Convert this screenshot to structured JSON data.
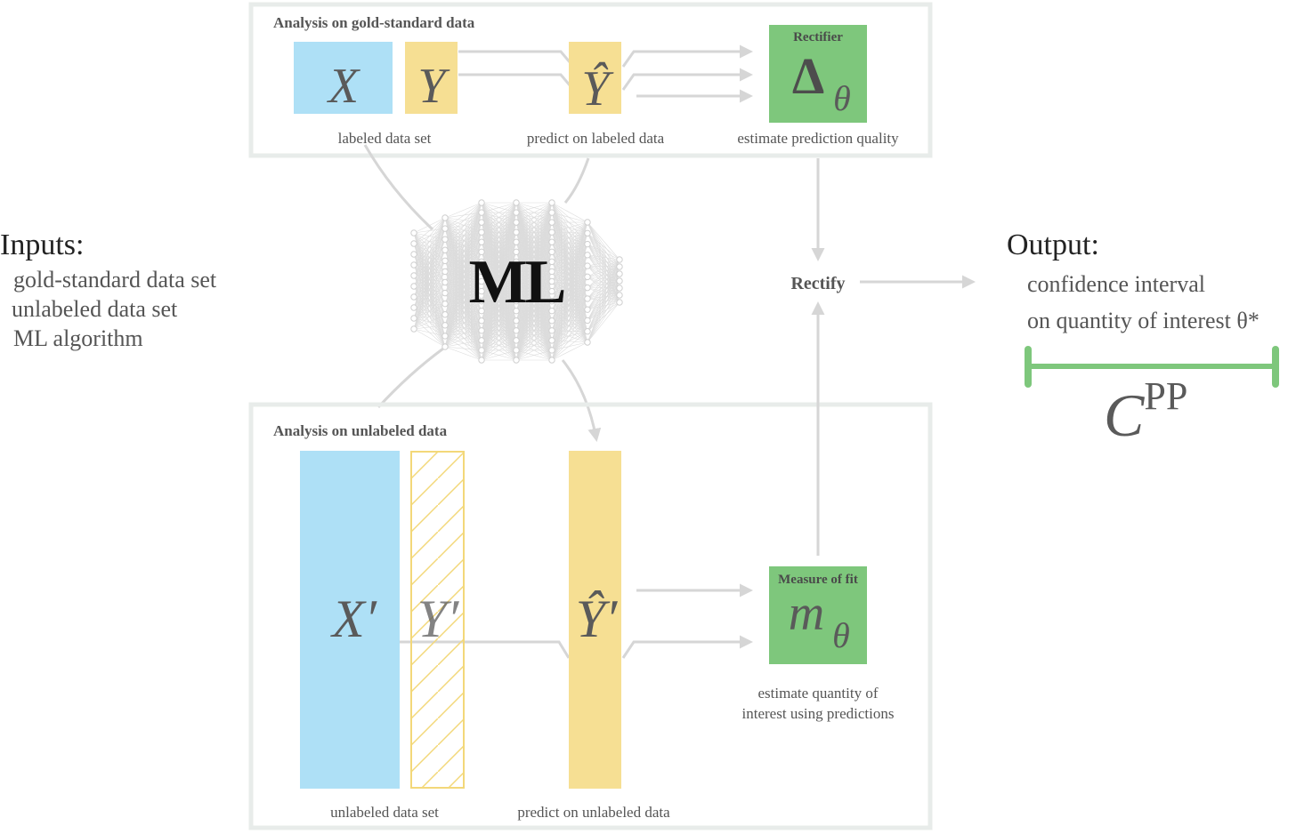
{
  "inputs": {
    "heading": "Inputs:",
    "items": [
      "gold-standard data set",
      "unlabeled data set",
      "ML algorithm"
    ]
  },
  "output": {
    "heading": "Output:",
    "line1": "confidence interval",
    "line2": "on quantity of interest θ*",
    "interval_base": "C",
    "interval_sup": "PP"
  },
  "gold_box": {
    "title": "Analysis on gold-standard data",
    "x_label": "X",
    "y_label": "Y",
    "yhat_label": "Ŷ",
    "rectifier_title": "Rectifier",
    "rectifier_symbol": "Δ",
    "rectifier_sub": "θ",
    "caption_labeled": "labeled data set",
    "caption_predict": "predict on labeled data",
    "caption_quality": "estimate prediction quality"
  },
  "unlabeled_box": {
    "title": "Analysis on unlabeled data",
    "x_label": "X′",
    "y_label": "Y′",
    "yhat_label": "Ŷ′",
    "fit_title": "Measure of fit",
    "fit_symbol": "m",
    "fit_sub": "θ",
    "caption_unlabeled": "unlabeled data set",
    "caption_predict": "predict on unlabeled data",
    "caption_estimate_line1": "estimate quantity of",
    "caption_estimate_line2": "interest using predictions"
  },
  "ml_label": "ML",
  "rectify_label": "Rectify",
  "colors": {
    "blue": "#aee0f6",
    "yellow": "#f6df93",
    "green": "#7ec77c",
    "frame": "#e8ecea",
    "arrow": "#d6d6d6"
  }
}
